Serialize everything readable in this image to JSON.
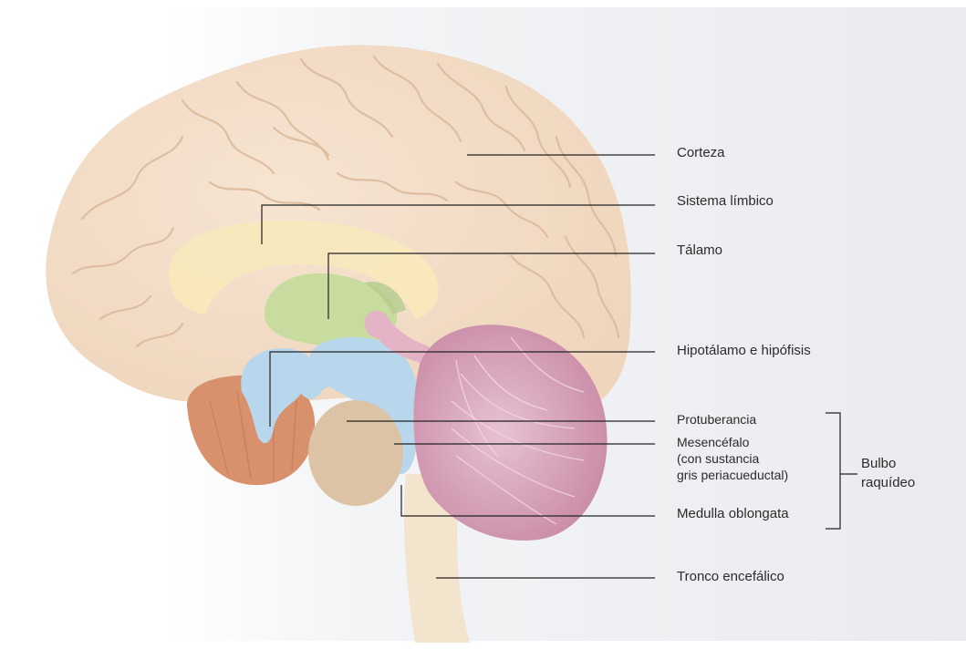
{
  "labels": {
    "corteza": "Corteza",
    "sistema_limbico": "Sistema límbico",
    "talamo": "Tálamo",
    "hipotalamo": "Hipotálamo e hipófisis",
    "protuberancia": "Protuberancia",
    "mesencefalo_1": "Mesencéfalo",
    "mesencefalo_2": "(con sustancia",
    "mesencefalo_3": "gris periacueductal)",
    "medulla": "Medulla oblongata",
    "bulbo_1": "Bulbo",
    "bulbo_2": "raquídeo",
    "tronco": "Tronco encefálico"
  },
  "colors": {
    "background_panel": "#eef0f3",
    "cortex": "#f2dcc6",
    "cortex_lines": "#d9b89a",
    "limbic": "#f7e6b8",
    "thalamus": "#c6dc9c",
    "hypothalamus": "#b8d6ec",
    "frontal_orbital": "#d6906c",
    "pons": "#dcc2a4",
    "cerebellum": "#d8a8be",
    "brainstem": "#f3e2c9",
    "leader_lines": "#222222"
  }
}
